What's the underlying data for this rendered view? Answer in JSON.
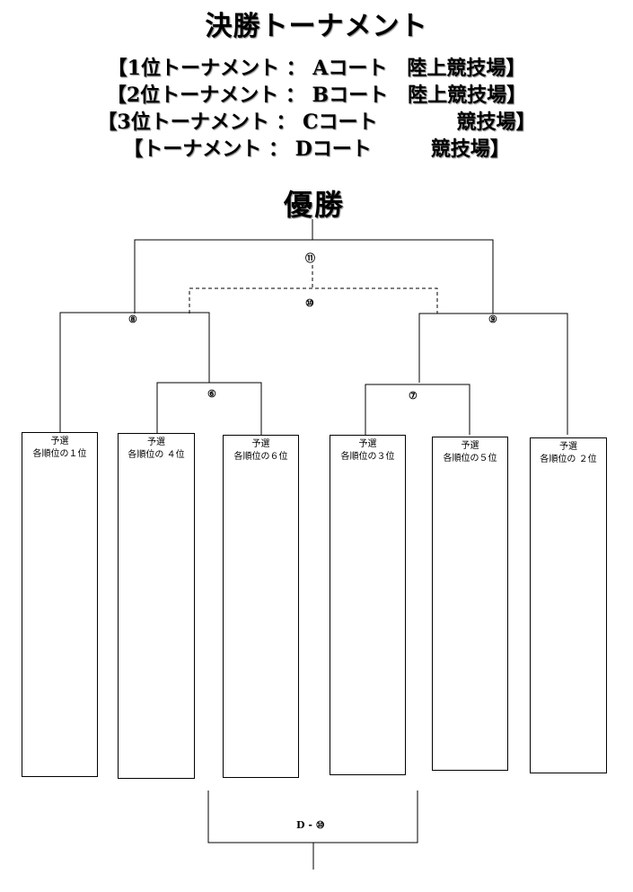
{
  "title": "決勝トーナメント",
  "venues": [
    "【1位トーナメント ： Aコート　陸上競技場】",
    "【2位トーナメント ： Bコート　陸上競技場】",
    "【3位トーナメント ： Cコート　　　　競技場】",
    "【トーナメント ： Dコート　　　競技場】"
  ],
  "champion": "優勝",
  "matches": {
    "m6": "⑥",
    "m7": "⑦",
    "m8": "⑧",
    "m9": "⑨",
    "m10": "⑩",
    "m11": "⑪",
    "d10": "D - ⑩"
  },
  "entries": [
    {
      "line1": "予選",
      "line2": "各順位の１位"
    },
    {
      "line1": "予選",
      "line2": "各順位の ４位"
    },
    {
      "line1": "予選",
      "line2": "各順位の６位"
    },
    {
      "line1": "予選",
      "line2": "各順位の３位"
    },
    {
      "line1": "予選",
      "line2": "各順位の５位"
    },
    {
      "line1": "予選",
      "line2": "各順位の ２位"
    }
  ]
}
